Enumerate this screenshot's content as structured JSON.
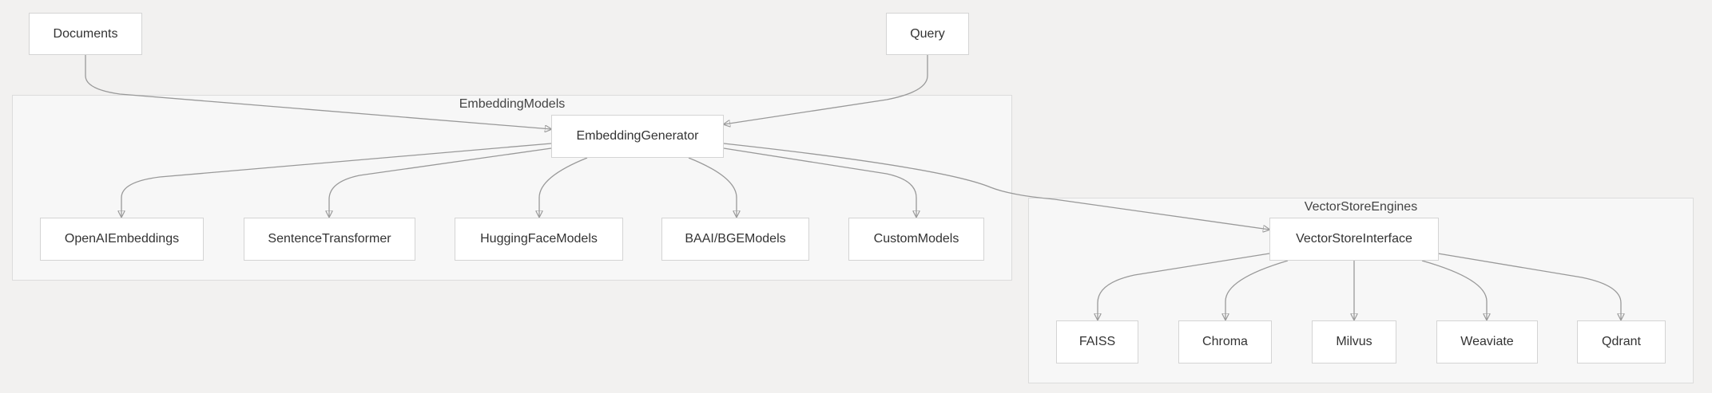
{
  "colors": {
    "background": "#f2f1f0",
    "cluster_fill": "#f7f7f7",
    "cluster_border": "#dcdcdc",
    "node_fill": "#ffffff",
    "node_border": "#d4d4d4",
    "edge": "#999999",
    "text": "#333333"
  },
  "clusters": {
    "embedding_models": {
      "label": "EmbeddingModels"
    },
    "vector_store_engines": {
      "label": "VectorStoreEngines"
    }
  },
  "nodes": {
    "documents": "Documents",
    "query": "Query",
    "embedding_generator": "EmbeddingGenerator",
    "openai_embeddings": "OpenAIEmbeddings",
    "sentence_transformer": "SentenceTransformer",
    "hugging_face_models": "HuggingFaceModels",
    "baai_bge_models": "BAAI/BGEModels",
    "custom_models": "CustomModels",
    "vector_store_interface": "VectorStoreInterface",
    "faiss": "FAISS",
    "chroma": "Chroma",
    "milvus": "Milvus",
    "weaviate": "Weaviate",
    "qdrant": "Qdrant"
  },
  "edges": [
    {
      "from": "Documents",
      "to": "EmbeddingGenerator"
    },
    {
      "from": "Query",
      "to": "EmbeddingGenerator"
    },
    {
      "from": "EmbeddingGenerator",
      "to": "OpenAIEmbeddings"
    },
    {
      "from": "EmbeddingGenerator",
      "to": "SentenceTransformer"
    },
    {
      "from": "EmbeddingGenerator",
      "to": "HuggingFaceModels"
    },
    {
      "from": "EmbeddingGenerator",
      "to": "BAAI/BGEModels"
    },
    {
      "from": "EmbeddingGenerator",
      "to": "CustomModels"
    },
    {
      "from": "EmbeddingGenerator",
      "to": "VectorStoreInterface"
    },
    {
      "from": "VectorStoreInterface",
      "to": "FAISS"
    },
    {
      "from": "VectorStoreInterface",
      "to": "Chroma"
    },
    {
      "from": "VectorStoreInterface",
      "to": "Milvus"
    },
    {
      "from": "VectorStoreInterface",
      "to": "Weaviate"
    },
    {
      "from": "VectorStoreInterface",
      "to": "Qdrant"
    }
  ]
}
